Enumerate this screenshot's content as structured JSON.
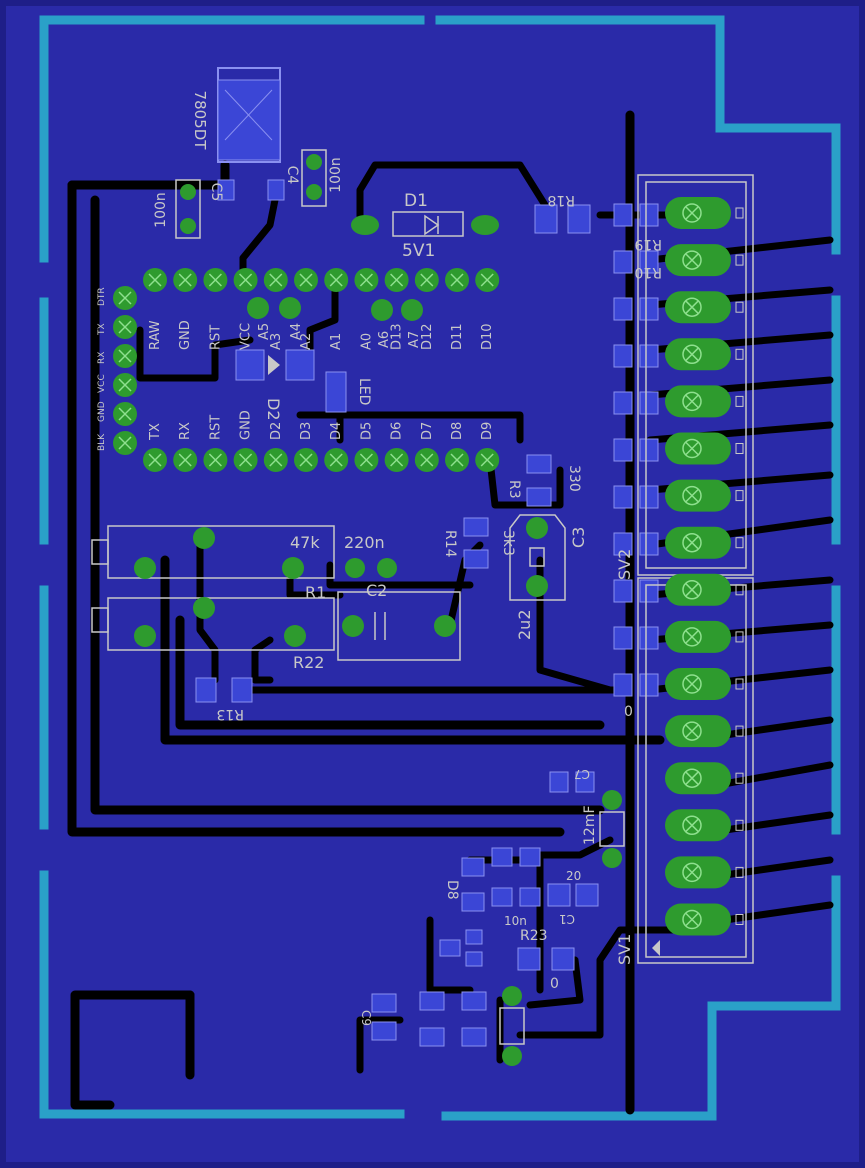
{
  "colors": {
    "board": "#2a2aa8",
    "outline": "#2aa0c8",
    "copper_pad": "#2e9b2e",
    "silkscreen": "#c8c8c8",
    "trace": "#000000"
  },
  "header_top": [
    "RAW",
    "GND",
    "RST",
    "VCC",
    "A3",
    "A2",
    "A1",
    "A0",
    "D13",
    "D12",
    "D11",
    "D10"
  ],
  "header_inner": [
    "A5",
    "A4",
    "A6",
    "A7"
  ],
  "header_bottom": [
    "TX",
    "RX",
    "RST",
    "GND",
    "D2",
    "D3",
    "D4",
    "D5",
    "D6",
    "D7",
    "D8",
    "D9"
  ],
  "header_side": [
    "BLK",
    "GND",
    "VCC",
    "RX",
    "TX",
    "DTR"
  ],
  "components": {
    "regulator": "7805DT",
    "c5": "C5",
    "c5_value": "100n",
    "c4": "C4",
    "c4_value": "100n",
    "d1": "D1",
    "d1_value": "5V1",
    "d2": "D2",
    "led_label": "LED",
    "r1": "R1",
    "r1_value": "47k",
    "r22": "R22",
    "c2": "C2",
    "c2_value": "220n",
    "c3": "C3",
    "c3_value": "2u2",
    "r3": "R3",
    "r3_value": "330",
    "r14": "R14",
    "r14_value": "3k3",
    "r13": "R13",
    "r18": "R18",
    "r23": "R23",
    "r23_value": "0",
    "r19": "R19",
    "r10": "R10",
    "sv1": "SV1",
    "sv2": "SV2",
    "cap_12mf": "12mF",
    "cap_10n": "10n",
    "cap_20": "20",
    "r_zero": "0",
    "d8": "D8",
    "c9": "C9",
    "c7": "C7",
    "c1": "C1"
  }
}
